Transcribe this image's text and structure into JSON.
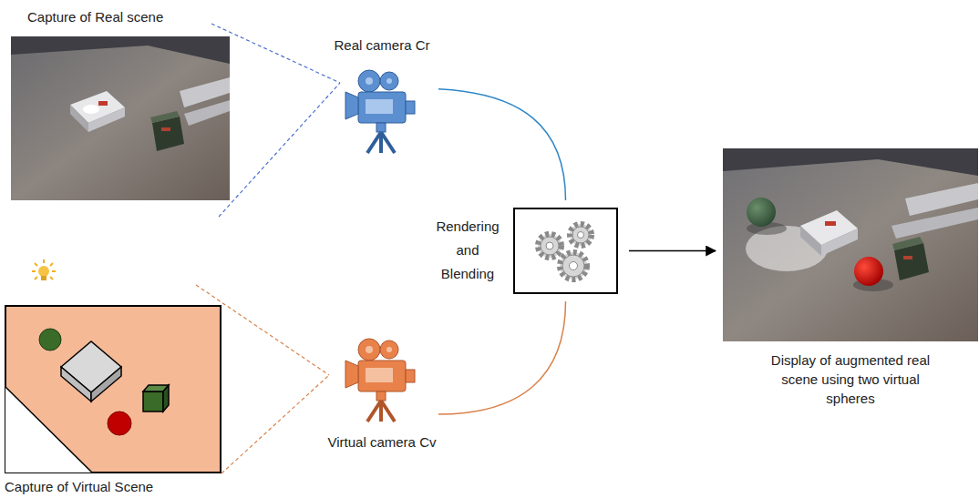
{
  "diagram": {
    "nodes": [
      {
        "text": [
          "Capture of Real scene"
        ]
      },
      {
        "text": [
          "Real camera Cr"
        ]
      },
      {
        "text": [
          "Rendering and Blending"
        ]
      },
      {
        "text": [
          "Capture of Virtual Scene"
        ]
      },
      {
        "text": [
          "Virtual camera Cv"
        ]
      },
      {
        "text": [
          "Display of augmented real scene using two virtual spheres"
        ]
      }
    ],
    "edges": [
      {
        "from": 0,
        "to": 1,
        "arrow": "none"
      },
      {
        "from": 1,
        "to": 2,
        "arrow": "none"
      },
      {
        "from": 3,
        "to": 4,
        "arrow": "none"
      },
      {
        "from": 4,
        "to": 2,
        "arrow": "none"
      },
      {
        "from": 2,
        "to": 5,
        "arrow": "to"
      }
    ]
  }
}
